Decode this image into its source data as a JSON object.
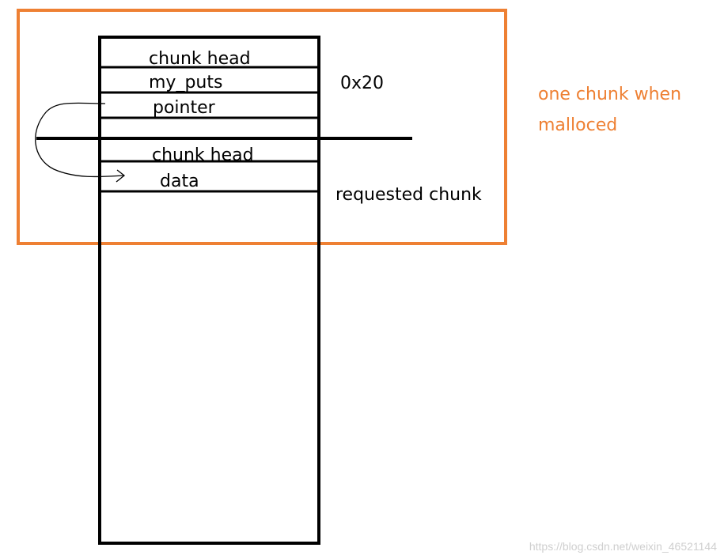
{
  "colors": {
    "frame": "#ee8033",
    "stroke": "#000000",
    "annotation": "#ee8033",
    "watermark": "#cfcfcf"
  },
  "memory_cells": [
    {
      "label": "chunk head"
    },
    {
      "label": "my_puts"
    },
    {
      "label": "pointer"
    },
    {
      "label": ""
    },
    {
      "label": "chunk head"
    },
    {
      "label": "data"
    }
  ],
  "size_label": "0x20",
  "requested_label": "requested chunk",
  "annotation": {
    "line1": "one chunk when",
    "line2": "malloced"
  },
  "watermark": "https://blog.csdn.net/weixin_46521144"
}
